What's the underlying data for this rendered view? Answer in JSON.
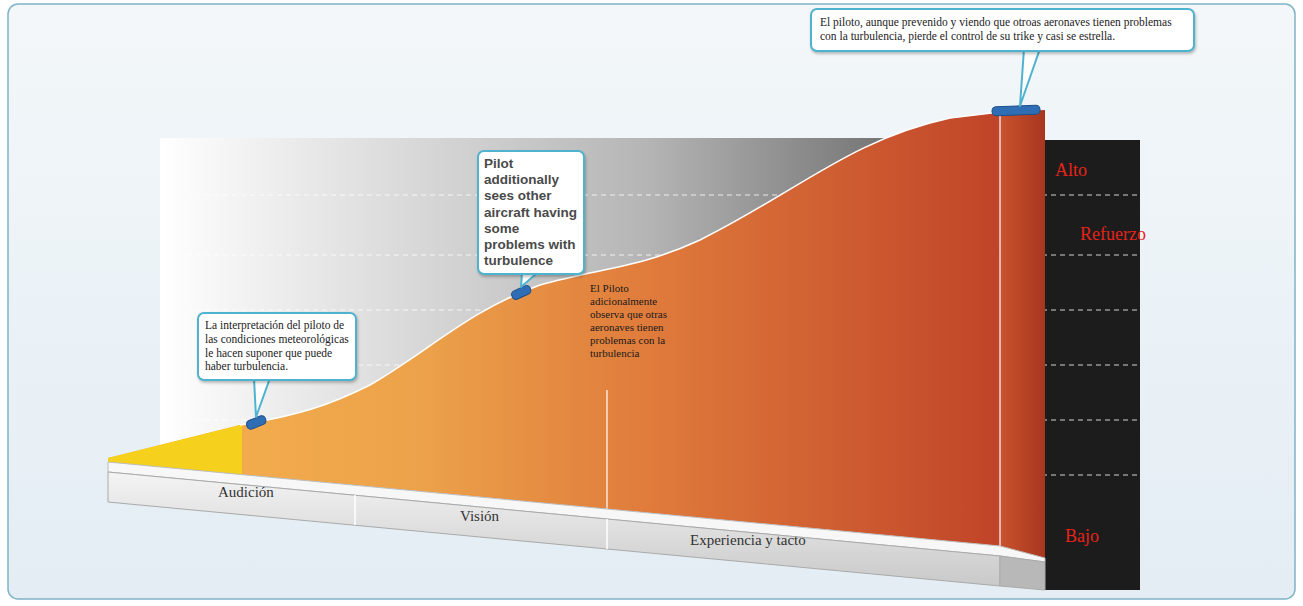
{
  "diagram": {
    "nodes": [
      {
        "text": [
          "El piloto, aunque prevenido y viendo que otroas aeronaves tienen problemas con la turbulencia, pierde el control de su trike y casi se estrella."
        ]
      },
      {
        "text": [
          "Pilot additionally sees other aircraft having some problems with turbulence"
        ]
      },
      {
        "text": [
          "La interpretación del piloto de las condiciones meteorológicas le hacen suponer que puede haber turbulencia."
        ]
      }
    ],
    "labels": [
      "El Piloto adicionalmente observa que otras aeronaves tienen problemas con la turbulencia",
      "Audición",
      "Visión",
      "Experiencia y tacto",
      "Alto",
      "Refuerzo",
      "Bajo"
    ]
  }
}
